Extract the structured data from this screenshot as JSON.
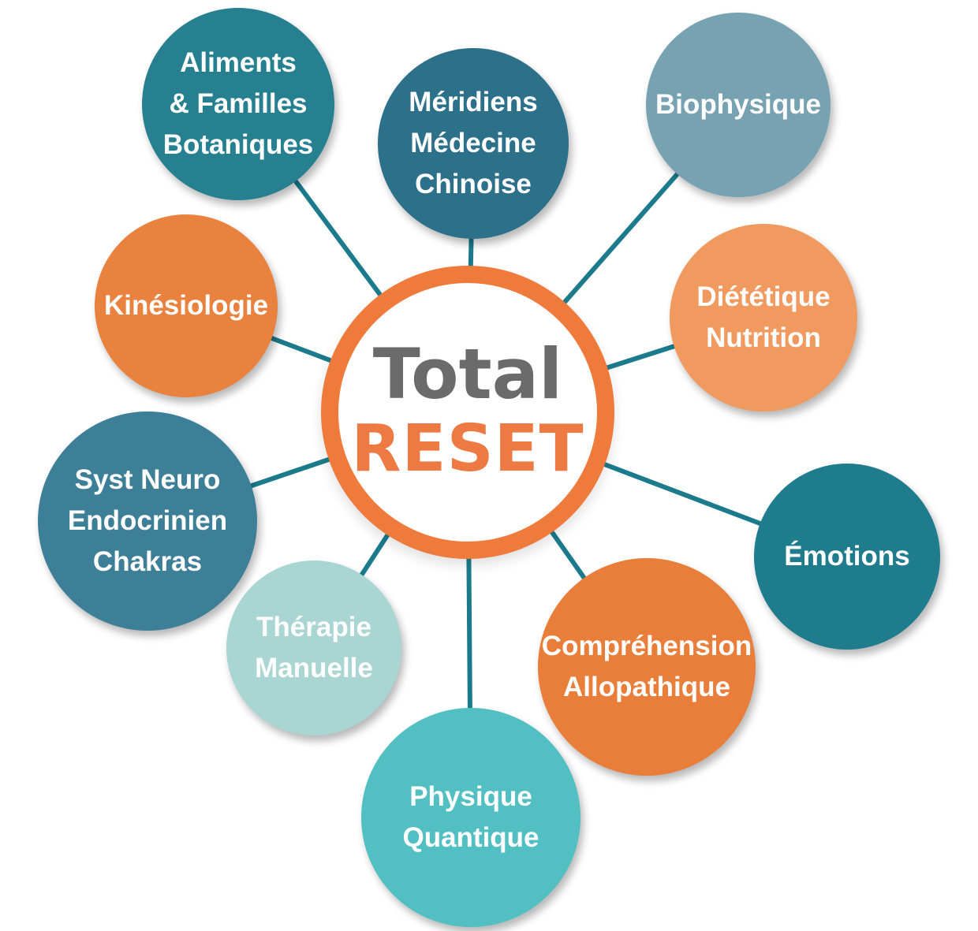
{
  "diagram_title": "Total RESET",
  "center": {
    "title_top": "Total",
    "title_bottom": "RESET"
  },
  "theme": {
    "connector": "#1B7B8C",
    "ring": "#EE7A3C",
    "center_total": "#6B6B6B",
    "center_reset": "#ED7943",
    "label_text": "#FFFFFF"
  },
  "nodes": [
    {
      "id": "aliments-familles-botaniques",
      "label": "Aliments\n& Familles\nBotaniques",
      "color": "#26808F"
    },
    {
      "id": "meridiens-medecine-chinoise",
      "label": "Méridiens\nMédecine\nChinoise",
      "color": "#2C708A"
    },
    {
      "id": "biophysique",
      "label": "Biophysique",
      "color": "#77A2B1"
    },
    {
      "id": "kinesiologie",
      "label": "Kinésiologie",
      "color": "#E8823E"
    },
    {
      "id": "dietetique-nutrition",
      "label": "Diététique\nNutrition",
      "color": "#F09A5F"
    },
    {
      "id": "syst-neuro-endocrinien-chakras",
      "label": "Syst Neuro\nEndocrinien\nChakras",
      "color": "#3D7F96"
    },
    {
      "id": "emotions",
      "label": "Émotions",
      "color": "#1F7C8D"
    },
    {
      "id": "therapie-manuelle",
      "label": "Thérapie\nManuelle",
      "color": "#A9D6D2"
    },
    {
      "id": "comprehension-allopathique",
      "label": "Compréhension\nAllopathique",
      "color": "#E87E3A"
    },
    {
      "id": "physique-quantique",
      "label": "Physique\nQuantique",
      "color": "#52BFC2"
    }
  ]
}
